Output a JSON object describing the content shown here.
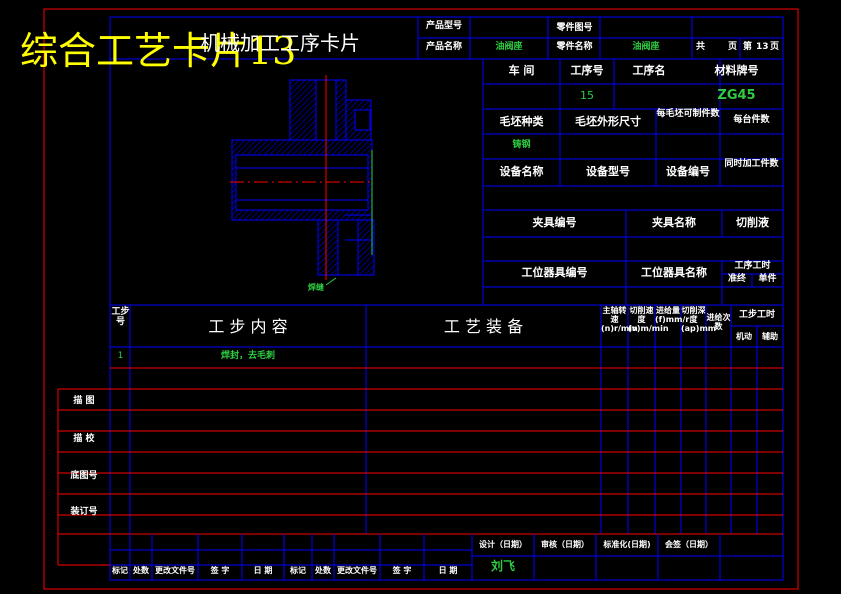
{
  "watermark": "综合工艺卡片13",
  "card_title": "机械加工工序卡片",
  "header": {
    "product_model_label": "产品型号",
    "product_model_value": "",
    "product_name_label": "产品名称",
    "product_name_value": "油阀座",
    "part_drawing_no_label": "零件图号",
    "part_drawing_no_value": "",
    "part_name_label": "零件名称",
    "part_name_value": "油阀座",
    "total_label": "共",
    "total_value": "",
    "page_label": "页",
    "sheet_label": "第",
    "sheet_value": "13",
    "sheet_page_label": "页"
  },
  "right_block": {
    "workshop_label": "车 间",
    "process_no_label": "工序号",
    "process_name_label": "工序名",
    "material_label": "材料牌号",
    "workshop_value": "",
    "process_no_value": "15",
    "process_name_value": "",
    "material_value": "ZG45",
    "blank_type_label": "毛坯种类",
    "blank_size_label": "毛坯外形尺寸",
    "parts_per_blank_label": "每毛坯可制件数",
    "parts_per_unit_label": "每台件数",
    "blank_type_value": "铸钢",
    "equipment_name_label": "设备名称",
    "equipment_model_label": "设备型号",
    "equipment_no_label": "设备编号",
    "simultaneous_label": "同时加工件数",
    "fixture_no_label": "夹具编号",
    "fixture_name_label": "夹具名称",
    "coolant_label": "切削液",
    "station_tool_no_label": "工位器具编号",
    "station_tool_name_label": "工位器具名称",
    "process_time_label": "工序工时",
    "prep_end_label": "准终",
    "unit_label": "单件"
  },
  "drawing": {
    "annotation": "焊缝"
  },
  "steps_table": {
    "step_no_header": "工步号",
    "content_header": "工 步 内 容",
    "equipment_header": "工 艺 装 备",
    "spindle_header": "主轴转速(n)r/min",
    "cutting_speed_header": "切削速度(v)m/min",
    "feed_header": "进给量(f)mm/r",
    "depth_header": "切削深度(ap)mm",
    "passes_header": "进给次数",
    "step_time_header": "工步工时",
    "machine_label": "机动",
    "aux_label": "辅助",
    "rows": [
      {
        "no": "1",
        "content": "焊封，去毛刺"
      }
    ]
  },
  "side_labels": [
    "描 图",
    "描 校",
    "底图号",
    "装订号"
  ],
  "footer": {
    "design_label": "设计（日期）",
    "review_label": "审核（日期）",
    "standard_label": "标准化(日期)",
    "countersign_label": "会签（日期）",
    "designer": "刘飞",
    "cols": [
      "标记",
      "处数",
      "更改文件号",
      "签 字",
      "日 期",
      "标记",
      "处数",
      "更改文件号",
      "签 字",
      "日 期"
    ]
  },
  "colors": {
    "grid_blue": "#0000ff",
    "grid_red": "#ff0000",
    "text": "#ffffff",
    "green": "#2ecc40",
    "watermark": "#ffff00"
  }
}
